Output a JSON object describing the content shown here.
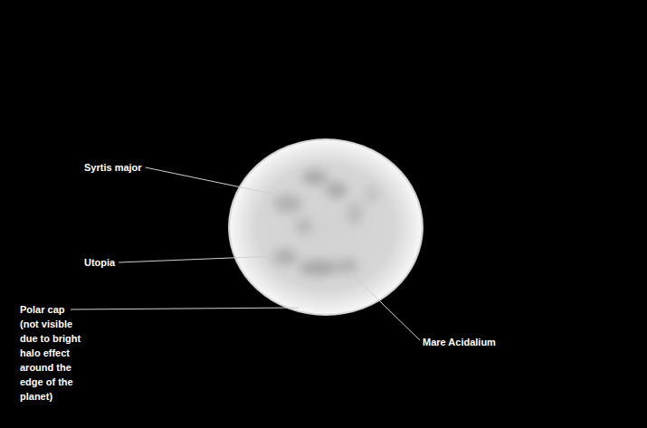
{
  "diagram": {
    "labels": [
      "Syrtis major",
      "Utopia",
      "Polar cap (not visible due to bright halo effect around the edge of the planet)",
      "Mare Acidalium"
    ]
  }
}
